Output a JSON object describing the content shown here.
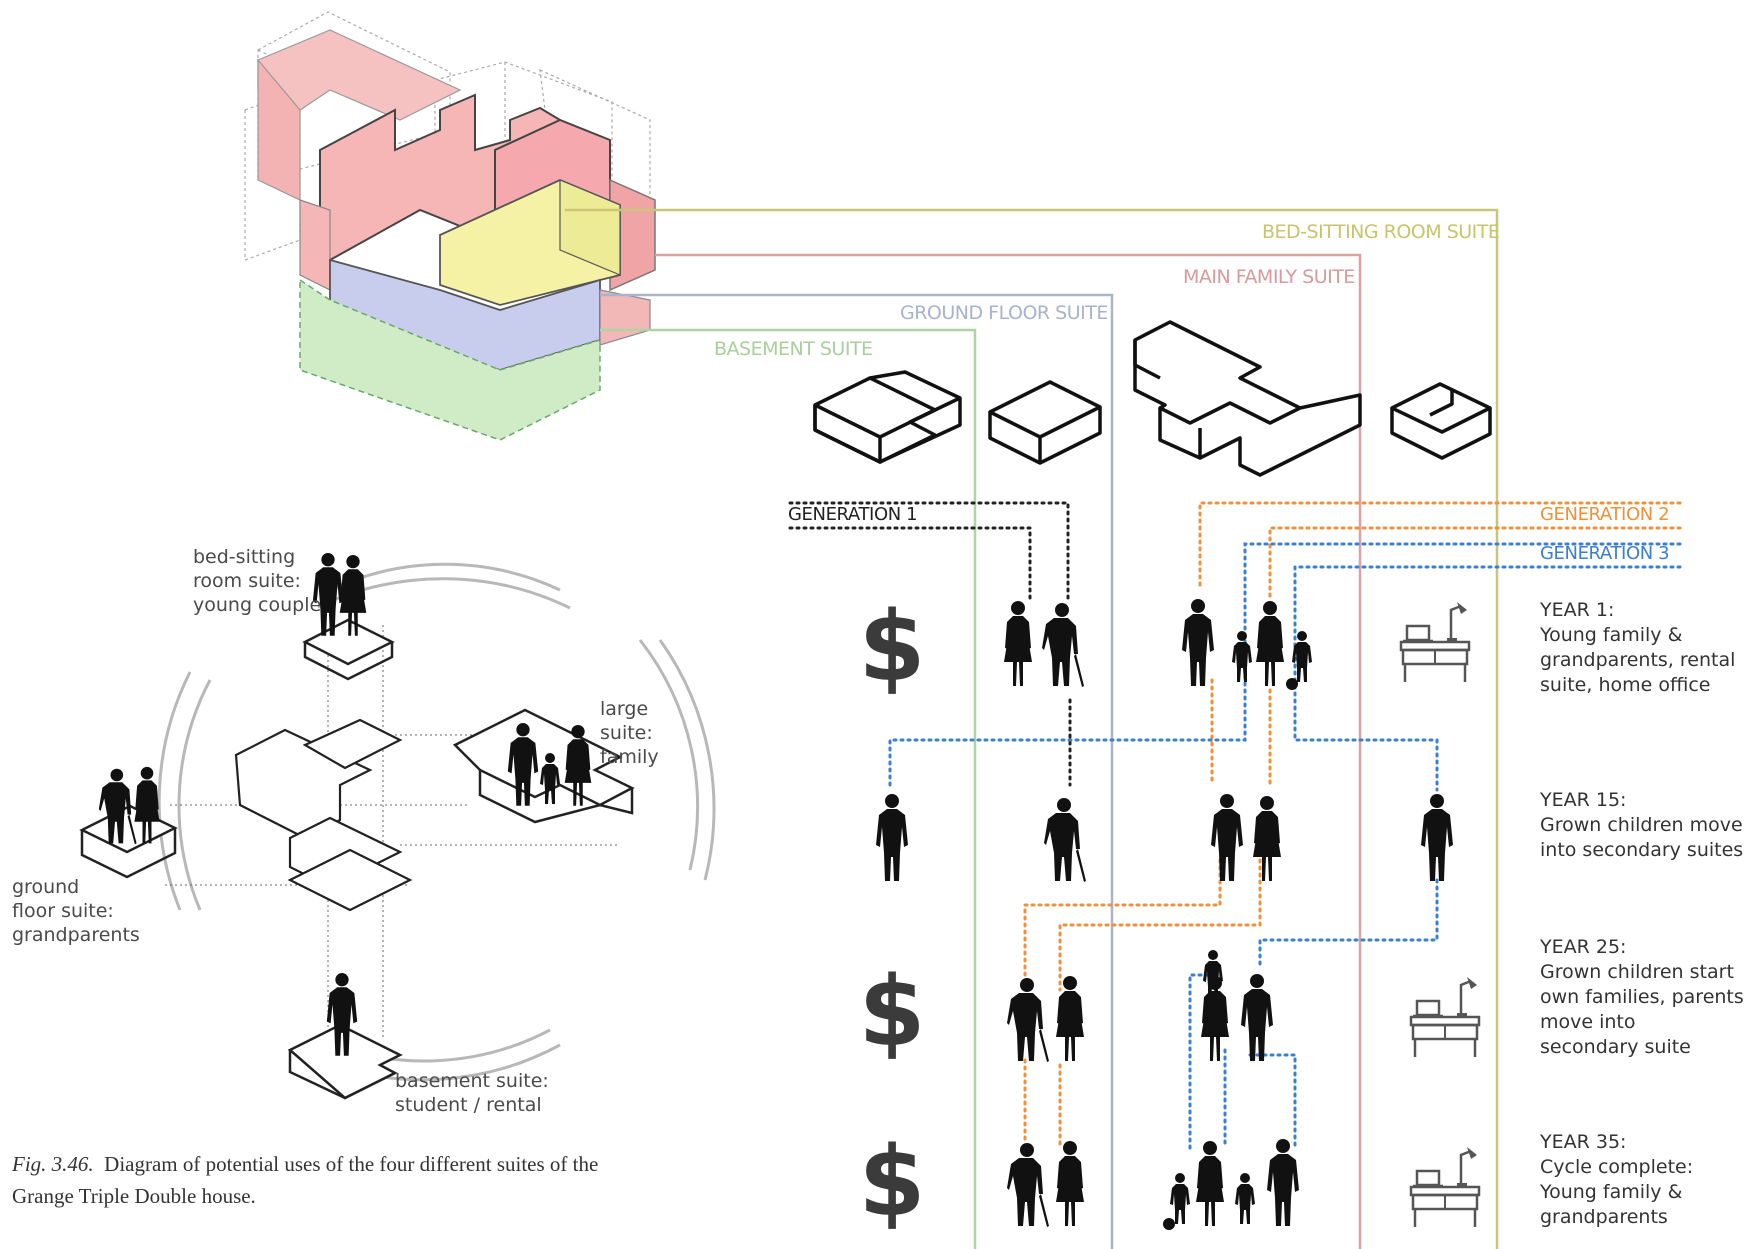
{
  "suite_labels": {
    "bed_sitting": "BED-SITTING ROOM SUITE",
    "main_family": "MAIN FAMILY SUITE",
    "ground_floor": "GROUND FLOOR SUITE",
    "basement": "BASEMENT SUITE"
  },
  "generation_labels": {
    "gen1": "GENERATION 1",
    "gen2": "GENERATION 2",
    "gen3": "GENERATION 3"
  },
  "cycle_labels": {
    "bed_sitting": "bed-sitting\nroom suite:\nyoung couple",
    "large": "large\nsuite:\nfamily",
    "ground": "ground\nfloor suite:\ngrandparents",
    "basement": "basement suite:\nstudent / rental"
  },
  "timeline": [
    {
      "year": "YEAR 1:",
      "description": "Young family &\ngrandparents, rental\nsuite, home office"
    },
    {
      "year": "YEAR 15:",
      "description": "Grown children move\ninto secondary suites"
    },
    {
      "year": "YEAR 25:",
      "description": "Grown children start\nown families, parents\nmove into\nsecondary suite"
    },
    {
      "year": "YEAR 35:",
      "description": "Cycle complete:\nYoung family &\ngrandparents"
    }
  ],
  "caption": {
    "figure": "Fig. 3.46.",
    "text": "Diagram of potential uses of the four different suites of the Grange Triple Double house."
  },
  "symbols": {
    "dollar": "$"
  },
  "colors": {
    "bed_sitting": "#c9c46a",
    "main_family": "#d9999b",
    "ground_floor": "#a7b3cc",
    "basement": "#a9cf9a",
    "generation_1": "#222222",
    "generation_2": "#f0903a",
    "generation_3": "#3a7fd0"
  }
}
